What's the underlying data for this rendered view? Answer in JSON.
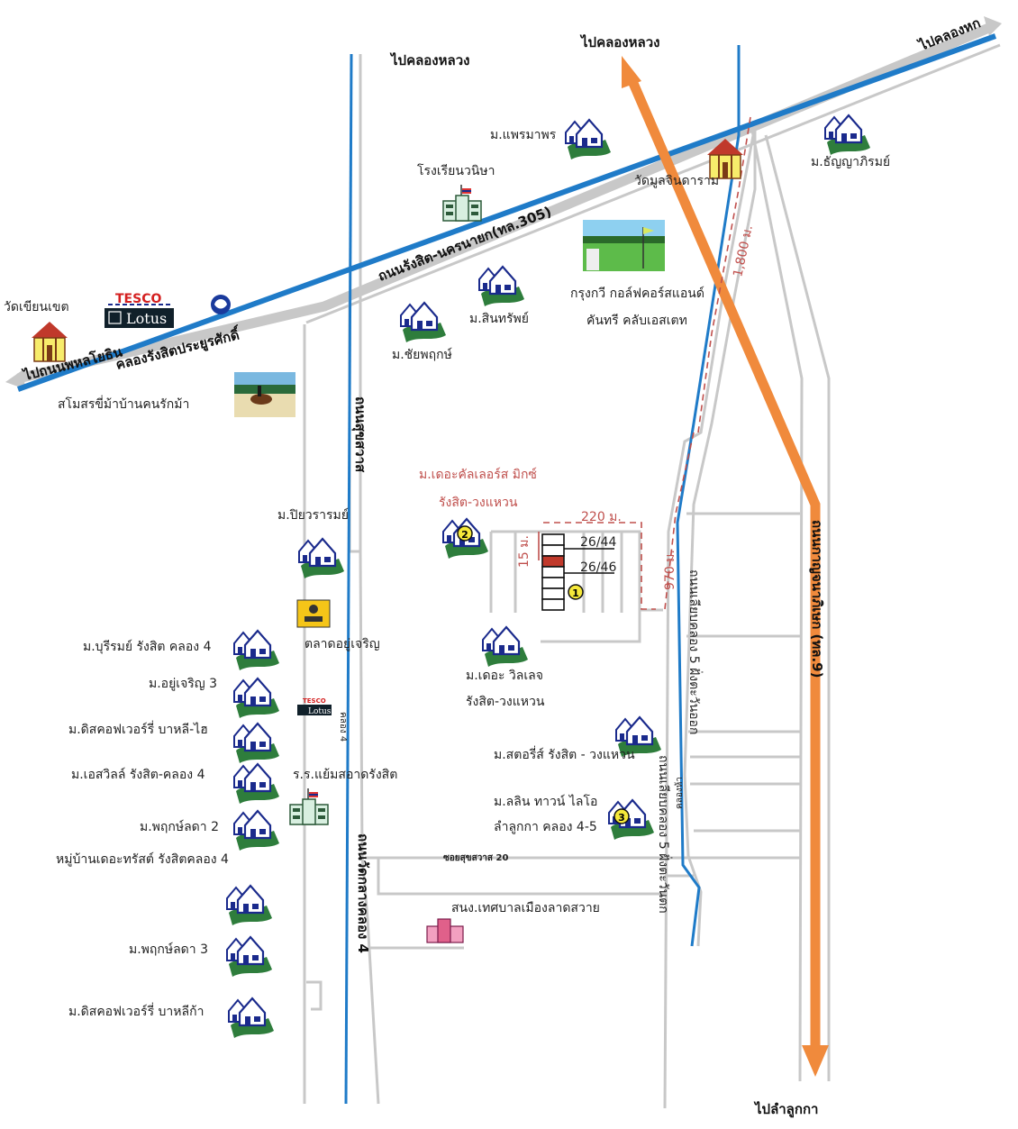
{
  "colors": {
    "road": "#c8c8c8",
    "canal": "#1f7bc8",
    "highway": "#f08a3c",
    "distance": "#c0504d",
    "village_green": "#2e7d3c",
    "house_blue": "#1a2a8c",
    "marker_yellow": "#f5e83a"
  },
  "directions": {
    "to_khlong_luang_1": "ไปคลองหลวง",
    "to_khlong_luang_2": "ไปคลองหลวง",
    "to_khlong_hok": "ไปคลองหก",
    "to_phahonyothin": "ไปถนนพหลโยธิน",
    "to_lam_luk_ka": "ไปลำลูกกา"
  },
  "roads": {
    "rangsit_nakhon_nayok": "ถนนรังสิต-นครนายก(ทล.305)",
    "khlong_rangsit_canal": "คลองรังสิตประยูรศักดิ์",
    "suk_sawat": "ถนนสุขสวาส",
    "wat_klang_khlong_4": "ถนนวัดกลางคลอง 4",
    "liap_khlong_5_west": "ถนนเลียบคลอง 5 ฝั่งตะวันตก",
    "liap_khlong_5_east": "ถนนเลียบคลอง 5 ฝั่งตะวันออก",
    "kanchanaphisek": "ถนนกาญจนาภิเษก (ทล.9)",
    "soi_suk_sawat_20": "ซอยสุขสวาส 20",
    "khlong_4": "คลอง 4",
    "khlong_5": "คลองห้า"
  },
  "landmarks": {
    "wat_khian_khet": "วัดเขียนเขต",
    "tesco_brand": "TESCO",
    "lotus_brand": "Lotus",
    "horse_club": "สโมสรขี่ม้าบ้านคนรักม้า",
    "school_wanisa": "โรงเรียนวนิษา",
    "wat_mun_chindaram": "วัดมูลจินดาราม",
    "golf_line1": "กรุงกวี กอล์ฟคอร์สแอนด์",
    "golf_line2": "คันทรี คลับเอสเตท",
    "market": "ตลาดอยู่เจริญ",
    "school_yim_sa_at": "ร.ร.แย้มสอาดรังสิต",
    "municipal_office": "สนง.เทศบาลเมืองลาดสวาย"
  },
  "villages": {
    "phraemaphon": "ม.แพรมาพร",
    "thanyaphirom": "ม.ธัญญาภิรมย์",
    "sinsap": "ม.สินทรัพย์",
    "chaiyaphruk": "ม.ชัยพฤกษ์",
    "piyawarom": "ม.ปิยวรารมย์",
    "colors_mix_line1": "ม.เดอะคัลเลอร์ส มิกซ์",
    "colors_mix_line2": "รังสิต-วงแหวน",
    "the_village_line1": "ม.เดอะ วิลเลจ",
    "the_village_line2": "รังสิต-วงแหวน",
    "buri_rom": "ม.บุรีรมย์ รังสิต คลอง 4",
    "yu_charoen_3": "ม.อยู่เจริญ 3",
    "discovery_bali_hai": "ม.ดิสคอฟเวอร์รี่ บาหลี-ไฮ",
    "s_ville": "ม.เอสวิลล์ รังสิต-คลอง 4",
    "phruksa_2": "ม.พฤกษ์ลดา 2",
    "the_trust": "หมู่บ้านเดอะทรัสต์ รังสิตคลอง 4",
    "phruksa_3": "ม.พฤกษ์ลดา 3",
    "discovery_bali_ka": "ม.ดิสคอฟเวอร์รี่ บาหลีก้า",
    "story": "ม.สตอรี่ส์ รังสิต - วงแหวน",
    "lalin_line1": "ม.ลลิน ทาวน์ ไลโอ",
    "lalin_line2": "ลำลูกกา คลอง 4-5"
  },
  "markers": {
    "m1": "1",
    "m2": "2",
    "m3": "3"
  },
  "plots": {
    "unit_a": "26/44",
    "unit_b": "26/46"
  },
  "distances": {
    "d220": "220 ม.",
    "d15": "15 ม.",
    "d970": "970 ม.",
    "d1800": "1,800 ม."
  }
}
